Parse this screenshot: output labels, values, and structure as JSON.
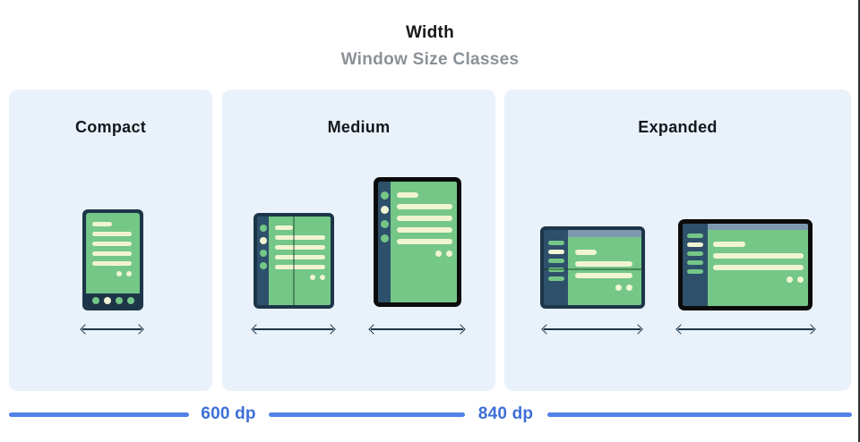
{
  "header": {
    "title": "Width",
    "subtitle": "Window Size Classes"
  },
  "panels": [
    {
      "label": "Compact",
      "devices": [
        "phone"
      ]
    },
    {
      "label": "Medium",
      "devices": [
        "foldable-open",
        "tablet-portrait"
      ]
    },
    {
      "label": "Expanded",
      "devices": [
        "foldable-landscape",
        "large-tablet-landscape"
      ]
    }
  ],
  "scale": {
    "breakpoints": [
      {
        "label": "600 dp"
      },
      {
        "label": "840 dp"
      }
    ]
  },
  "colors": {
    "title_color": "#15181b",
    "subtitle_color": "#8b9198",
    "panel_background": "#e9f1fb",
    "screen_green": "#74c787",
    "frame_navy": "#1d3548",
    "sidebar_navy": "#2e506b",
    "content_cream": "#f1f4d3",
    "top_bar_blue_gray": "#7e9ab0",
    "device_frame_black": "#0b0b0b",
    "arrow_navy": "#1d3548",
    "accent_blue_text": "#3d6fd7",
    "accent_blue_line": "#5282e8"
  }
}
